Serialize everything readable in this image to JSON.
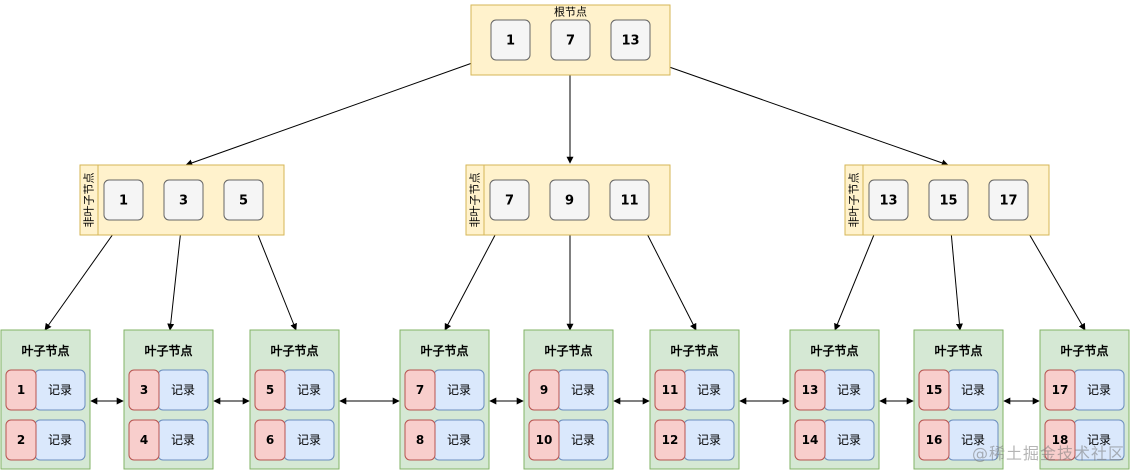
{
  "colors": {
    "internal_fill": "#fff2cc",
    "internal_stroke": "#d6b656",
    "key_fill": "#f5f5f5",
    "key_stroke": "#666666",
    "leaf_fill": "#d5e8d4",
    "leaf_stroke": "#82b366",
    "leaf_key_fill": "#f8cecc",
    "leaf_key_stroke": "#b85450",
    "record_fill": "#dae8fc",
    "record_stroke": "#6c8ebf",
    "edge": "#000000"
  },
  "root": {
    "label": "根节点",
    "keys": [
      "1",
      "7",
      "13"
    ]
  },
  "internal_nodes": [
    {
      "label": "非叶子节点",
      "keys": [
        "1",
        "3",
        "5"
      ]
    },
    {
      "label": "非叶子节点",
      "keys": [
        "7",
        "9",
        "11"
      ]
    },
    {
      "label": "非叶子节点",
      "keys": [
        "13",
        "15",
        "17"
      ]
    }
  ],
  "leaves": [
    {
      "title": "叶子节点",
      "entries": [
        {
          "key": "1",
          "record": "记录"
        },
        {
          "key": "2",
          "record": "记录"
        }
      ]
    },
    {
      "title": "叶子节点",
      "entries": [
        {
          "key": "3",
          "record": "记录"
        },
        {
          "key": "4",
          "record": "记录"
        }
      ]
    },
    {
      "title": "叶子节点",
      "entries": [
        {
          "key": "5",
          "record": "记录"
        },
        {
          "key": "6",
          "record": "记录"
        }
      ]
    },
    {
      "title": "叶子节点",
      "entries": [
        {
          "key": "7",
          "record": "记录"
        },
        {
          "key": "8",
          "record": "记录"
        }
      ]
    },
    {
      "title": "叶子节点",
      "entries": [
        {
          "key": "9",
          "record": "记录"
        },
        {
          "key": "10",
          "record": "记录"
        }
      ]
    },
    {
      "title": "叶子节点",
      "entries": [
        {
          "key": "11",
          "record": "记录"
        },
        {
          "key": "12",
          "record": "记录"
        }
      ]
    },
    {
      "title": "叶子节点",
      "entries": [
        {
          "key": "13",
          "record": "记录"
        },
        {
          "key": "14",
          "record": "记录"
        }
      ]
    },
    {
      "title": "叶子节点",
      "entries": [
        {
          "key": "15",
          "record": "记录"
        },
        {
          "key": "16",
          "record": "记录"
        }
      ]
    },
    {
      "title": "叶子节点",
      "entries": [
        {
          "key": "17",
          "record": "记录"
        },
        {
          "key": "18",
          "record": "记录"
        }
      ]
    }
  ],
  "watermark": "@稀土掘金技术社区"
}
